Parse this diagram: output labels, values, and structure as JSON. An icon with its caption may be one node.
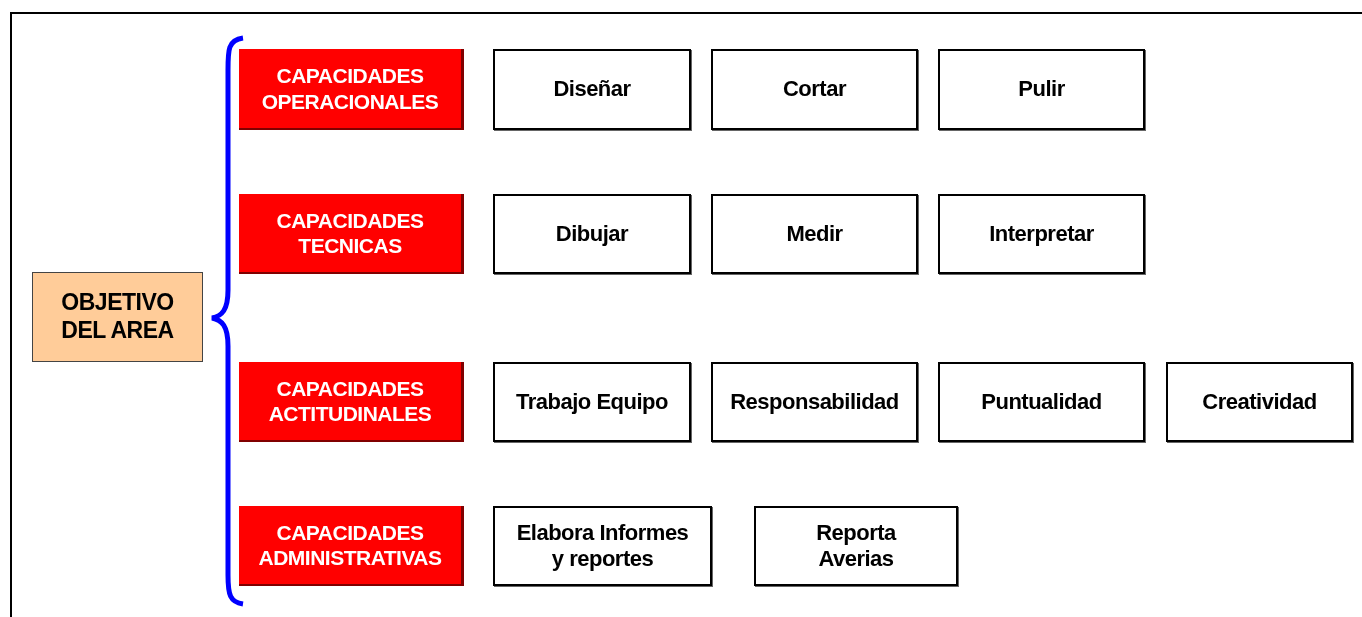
{
  "diagram": {
    "nodes": [
      {
        "text": [
          "OBJETIVO DEL AREA"
        ]
      },
      {
        "text": [
          "CAPACIDADES OPERACIONALES"
        ]
      },
      {
        "text": [
          "Diseñar"
        ]
      },
      {
        "text": [
          "Cortar"
        ]
      },
      {
        "text": [
          "Pulir"
        ]
      },
      {
        "text": [
          "CAPACIDADES TECNICAS"
        ]
      },
      {
        "text": [
          "Dibujar"
        ]
      },
      {
        "text": [
          "Medir"
        ]
      },
      {
        "text": [
          "Interpretar"
        ]
      },
      {
        "text": [
          "CAPACIDADES ACTITUDINALES"
        ]
      },
      {
        "text": [
          "Trabajo Equipo"
        ]
      },
      {
        "text": [
          "Responsabilidad"
        ]
      },
      {
        "text": [
          "Puntualidad"
        ]
      },
      {
        "text": [
          "Creatividad"
        ]
      },
      {
        "text": [
          "CAPACIDADES ADMINISTRATIVAS"
        ]
      },
      {
        "text": [
          "Elabora Informes y reportes"
        ]
      },
      {
        "text": [
          "Reporta Averias"
        ]
      }
    ]
  }
}
